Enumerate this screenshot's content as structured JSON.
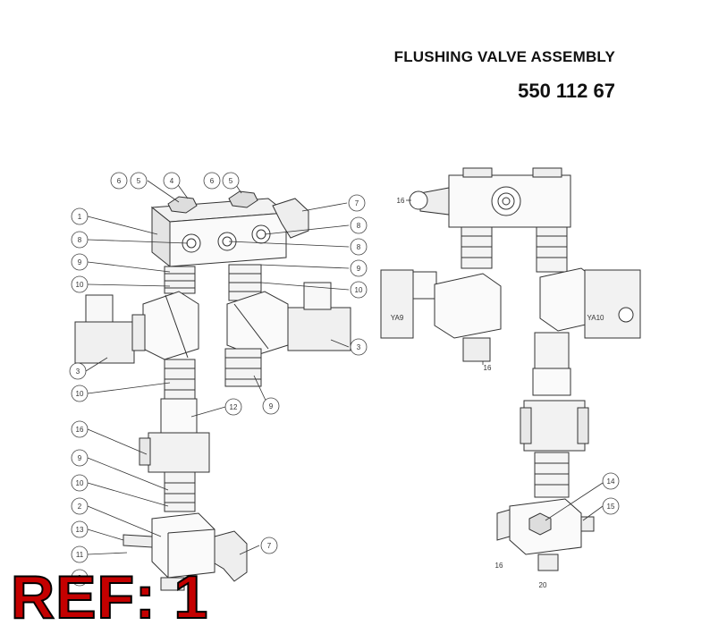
{
  "header": {
    "title": "FLUSHING VALVE ASSEMBLY",
    "part_number": "550 112 67"
  },
  "ref_label": "REF: 1",
  "left_view": {
    "callouts": [
      "6",
      "5",
      "4",
      "6",
      "5",
      "7",
      "1",
      "8",
      "8",
      "8",
      "9",
      "9",
      "10",
      "10",
      "3",
      "3",
      "10",
      "12",
      "9",
      "16",
      "9",
      "10",
      "2",
      "13",
      "11",
      "7",
      "9"
    ]
  },
  "right_view": {
    "labels": [
      "16",
      "YA9",
      "YA10",
      "16",
      "14",
      "15",
      "16",
      "20"
    ]
  },
  "colors": {
    "ref_fill": "#c40000",
    "line": "#333333"
  }
}
